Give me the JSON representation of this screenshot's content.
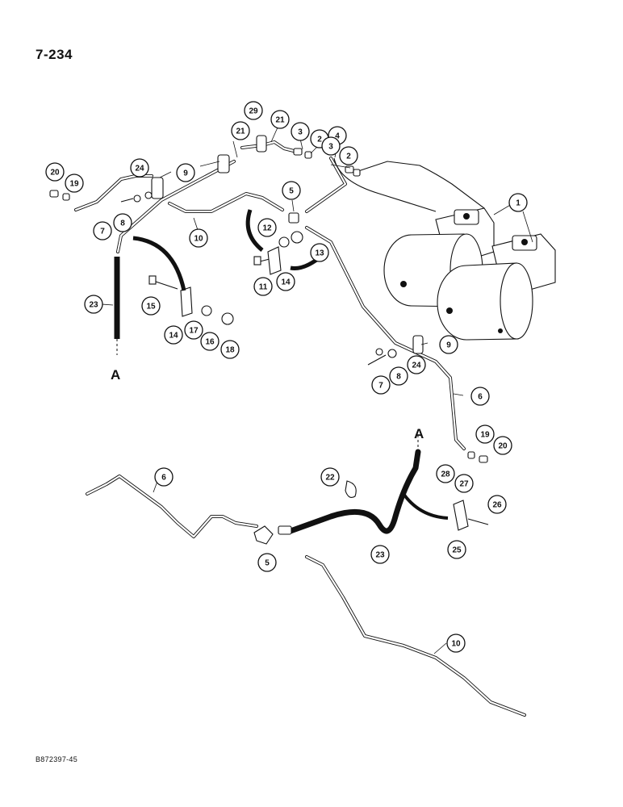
{
  "page": {
    "number": "7-234",
    "drawing_code": "B872397-45"
  },
  "callouts": [
    {
      "id": "c29",
      "label": "29"
    },
    {
      "id": "c21a",
      "label": "21"
    },
    {
      "id": "c3a",
      "label": "3"
    },
    {
      "id": "c2a",
      "label": "2"
    },
    {
      "id": "c4",
      "label": "4"
    },
    {
      "id": "c3b",
      "label": "3"
    },
    {
      "id": "c2b",
      "label": "2"
    },
    {
      "id": "c1",
      "label": "1"
    },
    {
      "id": "c21b",
      "label": "21"
    },
    {
      "id": "c9a",
      "label": "9"
    },
    {
      "id": "c24a",
      "label": "24"
    },
    {
      "id": "c20a",
      "label": "20"
    },
    {
      "id": "c19a",
      "label": "19"
    },
    {
      "id": "c7a",
      "label": "7"
    },
    {
      "id": "c8a",
      "label": "8"
    },
    {
      "id": "c10a",
      "label": "10"
    },
    {
      "id": "c5a",
      "label": "5"
    },
    {
      "id": "c12",
      "label": "12"
    },
    {
      "id": "c13",
      "label": "13"
    },
    {
      "id": "c11",
      "label": "11"
    },
    {
      "id": "c14a",
      "label": "14"
    },
    {
      "id": "c15",
      "label": "15"
    },
    {
      "id": "c23a",
      "label": "23"
    },
    {
      "id": "c14b",
      "label": "14"
    },
    {
      "id": "c17",
      "label": "17"
    },
    {
      "id": "c16",
      "label": "16"
    },
    {
      "id": "c18",
      "label": "18"
    },
    {
      "id": "c9b",
      "label": "9"
    },
    {
      "id": "c8b",
      "label": "8"
    },
    {
      "id": "c24b",
      "label": "24"
    },
    {
      "id": "c7b",
      "label": "7"
    },
    {
      "id": "c6a",
      "label": "6"
    },
    {
      "id": "c19b",
      "label": "19"
    },
    {
      "id": "c20b",
      "label": "20"
    },
    {
      "id": "c6b",
      "label": "6"
    },
    {
      "id": "c22",
      "label": "22"
    },
    {
      "id": "c28",
      "label": "28"
    },
    {
      "id": "c27",
      "label": "27"
    },
    {
      "id": "c26",
      "label": "26"
    },
    {
      "id": "c25",
      "label": "25"
    },
    {
      "id": "c5b",
      "label": "5"
    },
    {
      "id": "c23b",
      "label": "23"
    },
    {
      "id": "c10b",
      "label": "10"
    }
  ],
  "reference_letters": [
    {
      "id": "refA1",
      "label": "A"
    },
    {
      "id": "refA2",
      "label": "A"
    }
  ]
}
